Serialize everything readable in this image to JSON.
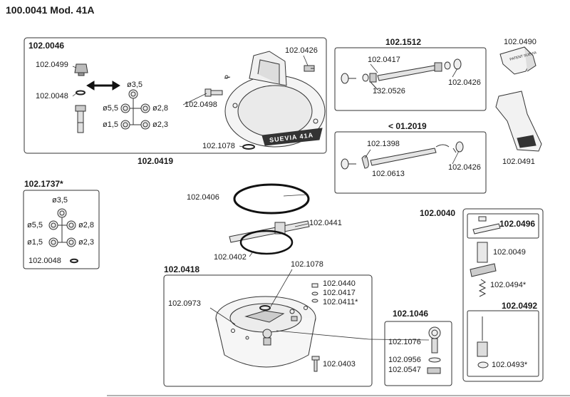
{
  "title": "100.0041 Mod. 41A",
  "groups": {
    "bowl_assembly": "102.0046",
    "bowl_complete": "102.0419",
    "valve_kit": "102.1737*",
    "shaft_new": "102.1512",
    "shaft_old": "< 01.2019",
    "base_assembly": "102.0418",
    "valve_group": "102.1046",
    "pipe_valve": "102.0040",
    "pipe_top": "102.0496",
    "pipe_bottom": "102.0492"
  },
  "parts": {
    "p0499": "102.0499",
    "p0048": "102.0048",
    "p0426a": "102.0426",
    "p0498": "102.0498",
    "p1078a": "102.1078",
    "d35": "ø3,5",
    "d55": "ø5,5",
    "d28": "ø2,8",
    "d15": "ø1,5",
    "d23": "ø2,3",
    "k_d35": "ø3,5",
    "k_d55": "ø5,5",
    "k_d28": "ø2,8",
    "k_d15": "ø1,5",
    "k_d23": "ø2,3",
    "k_0048": "102.0048",
    "p0417a": "102.0417",
    "p0526": "132.0526",
    "p0426b": "102.0426",
    "p0490": "102.0490",
    "p0491": "102.0491",
    "p1398": "102.1398",
    "p0613": "102.0613",
    "p0426c": "102.0426",
    "p0406": "102.0406",
    "p0441": "102.0441",
    "p0402": "102.0402",
    "p1078b": "102.1078",
    "p0440": "102.0440",
    "p0417b": "102.0417",
    "p0411": "102.0411*",
    "p0973": "102.0973",
    "p0403": "102.0403",
    "p1076": "102.1076",
    "p0956": "102.0956",
    "p0547": "102.0547",
    "p0049": "102.0049",
    "p0494": "102.0494*",
    "p0493": "102.0493*"
  },
  "brand": "SUEVIA 41A",
  "patent": "PATENT SUEVIA"
}
